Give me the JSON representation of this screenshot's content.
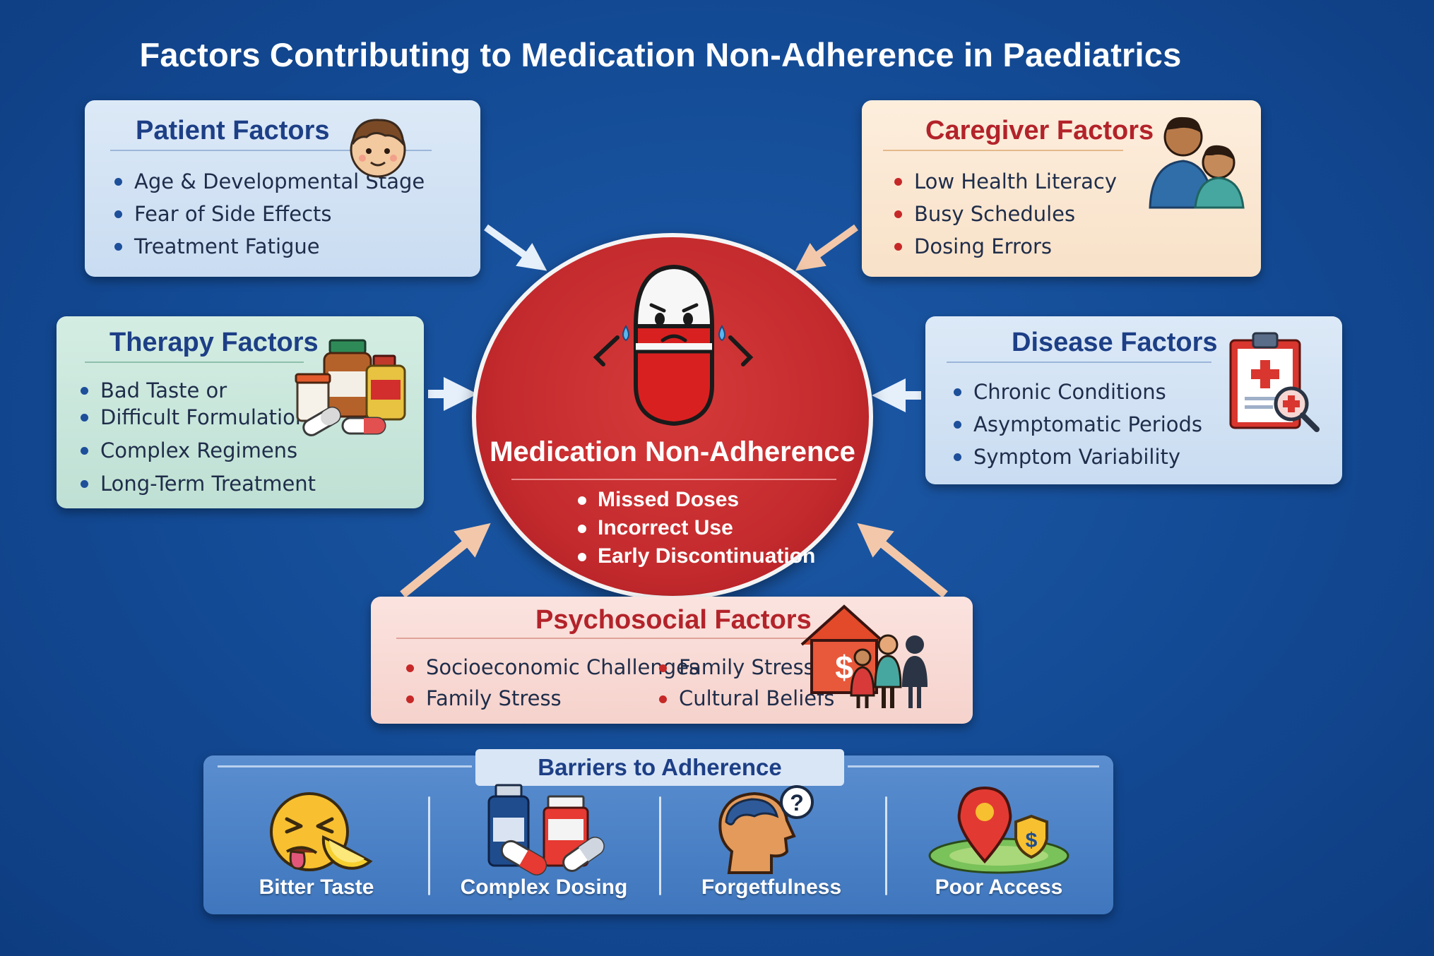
{
  "title": "Factors Contributing to Medication Non-Adherence in Paediatrics",
  "patient": {
    "heading": "Patient Factors",
    "items": [
      "Age & Developmental Stage",
      "Fear of Side Effects",
      "Treatment Fatigue"
    ],
    "icon": "child-face-icon"
  },
  "caregiver": {
    "heading": "Caregiver Factors",
    "items": [
      "Low Health Literacy",
      "Busy Schedules",
      "Dosing Errors"
    ],
    "icon": "parent-child-icon"
  },
  "therapy": {
    "heading": "Therapy Factors",
    "items": [
      "Bad Taste or",
      "Difficult Formulations",
      "Complex Regimens",
      "Long-Term Treatment"
    ],
    "icon": "medicine-bottles-icon"
  },
  "disease": {
    "heading": "Disease Factors",
    "items": [
      "Chronic Conditions",
      "Asymptomatic Periods",
      "Symptom Variability"
    ],
    "icon": "clipboard-magnifier-icon"
  },
  "center": {
    "heading": "Medication Non-Adherence",
    "items": [
      "Missed Doses",
      "Incorrect Use",
      "Early Discontinuation"
    ],
    "icon": "sad-pill-icon"
  },
  "psychosocial": {
    "heading": "Psychosocial Factors",
    "col1": [
      "Socioeconomic Challenges",
      "Family Stress"
    ],
    "col2": [
      "Family Stress",
      "Cultural Beliefs"
    ],
    "icon": "house-family-icon"
  },
  "barriers": {
    "heading": "Barriers to Adherence",
    "items": [
      {
        "label": "Bitter Taste",
        "icon": "disgusted-face-lemon-icon"
      },
      {
        "label": "Complex Dosing",
        "icon": "pills-bottles-icon"
      },
      {
        "label": "Forgetfulness",
        "icon": "head-question-icon"
      },
      {
        "label": "Poor Access",
        "icon": "location-pin-dollar-icon"
      }
    ]
  },
  "colors": {
    "background": "#134a94",
    "center_red": "#c42b2e",
    "heading_blue": "#1d3f86",
    "heading_red": "#b3232a"
  }
}
